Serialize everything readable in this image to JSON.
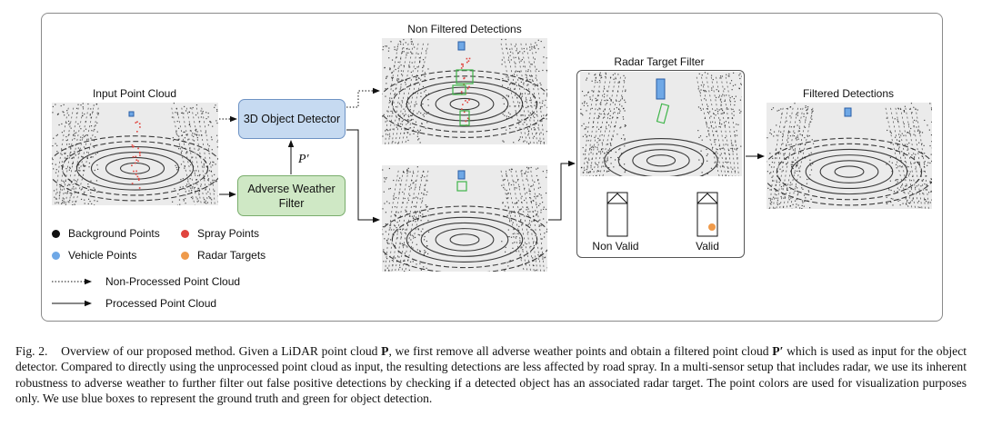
{
  "diagram": {
    "input_title": "Input Point Cloud",
    "nonfiltered_title": "Non Filtered Detections",
    "radar_title": "Radar Target Filter",
    "filtered_title": "Filtered Detections",
    "detector_label": "3D Object Detector",
    "filter_label_line1": "Adverse Weather",
    "filter_label_line2": "Filter",
    "p_prime_label": "P′",
    "non_valid_label": "Non Valid",
    "valid_label": "Valid"
  },
  "legend": {
    "background": {
      "label": "Background Points",
      "color": "#111111"
    },
    "spray": {
      "label": "Spray Points",
      "color": "#e0443e"
    },
    "vehicle": {
      "label": "Vehicle Points",
      "color": "#6fa8e6"
    },
    "radar": {
      "label": "Radar Targets",
      "color": "#ef9a4a"
    },
    "non_processed": "Non-Processed Point Cloud",
    "processed": "Processed Point Cloud"
  },
  "caption": {
    "fig_label": "Fig. 2.",
    "part1": "Overview of our proposed method. Given a LiDAR point cloud ",
    "sym_p": "P",
    "part2": ", we first remove all adverse weather points and obtain a filtered point cloud ",
    "sym_p_prime": "P′",
    "part3": " which is used as input for the object detector. Compared to directly using the unprocessed point cloud as input, the resulting detections are less affected by road spray. In a multi-sensor setup that includes radar, we use its inherent robustness to adverse weather to further filter out false positive detections by checking if a detected object has an associated radar target. The point colors are used for visualization purposes only. We use blue boxes to represent the ground truth and green for object detection."
  }
}
